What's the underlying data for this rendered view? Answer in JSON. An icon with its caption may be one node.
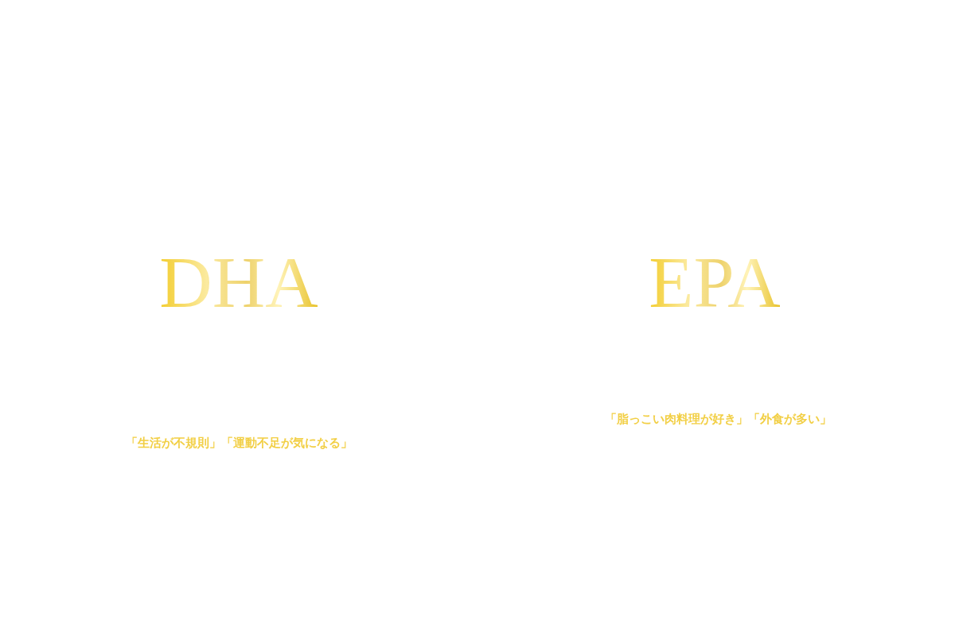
{
  "diagram": {
    "labels": [
      "DHA",
      "EPA",
      "「脂っこい肉料理が好き」「外食が多い」",
      "「生活が不規則」「運動不足が気になる」"
    ]
  }
}
